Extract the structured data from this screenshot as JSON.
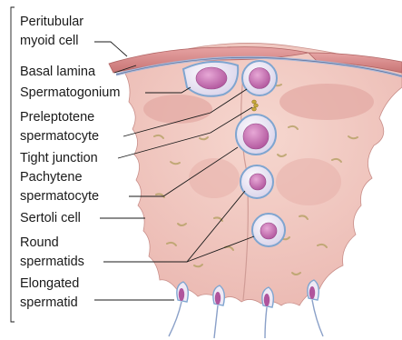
{
  "labels": {
    "peritubular_myoid_cell": [
      "Peritubular",
      "myoid cell"
    ],
    "basal_lamina": "Basal lamina",
    "spermatogonium": "Spermatogonium",
    "preleptotene_spermatocyte": [
      "Preleptotene",
      "spermatocyte"
    ],
    "tight_junction": "Tight junction",
    "pachytene_spermatocyte": [
      "Pachytene",
      "spermatocyte"
    ],
    "sertoli_cell": "Sertoli cell",
    "round_spermatids": [
      "Round",
      "spermatids"
    ],
    "elongated_spermatid": [
      "Elongated",
      "spermatid"
    ]
  },
  "colors": {
    "sertoli_cytoplasm": "#f0c8c0",
    "sertoli_shadow": "#e2a8a2",
    "myoid_cell": "#d98a8a",
    "basal_lamina": "#a8b8d8",
    "germ_cell_membrane": "#8fb3d9",
    "germ_cell_cytoplasm": "#e9e4f2",
    "germ_cell_nucleus": "#c46fb0",
    "label_text": "#1a1a1a"
  }
}
